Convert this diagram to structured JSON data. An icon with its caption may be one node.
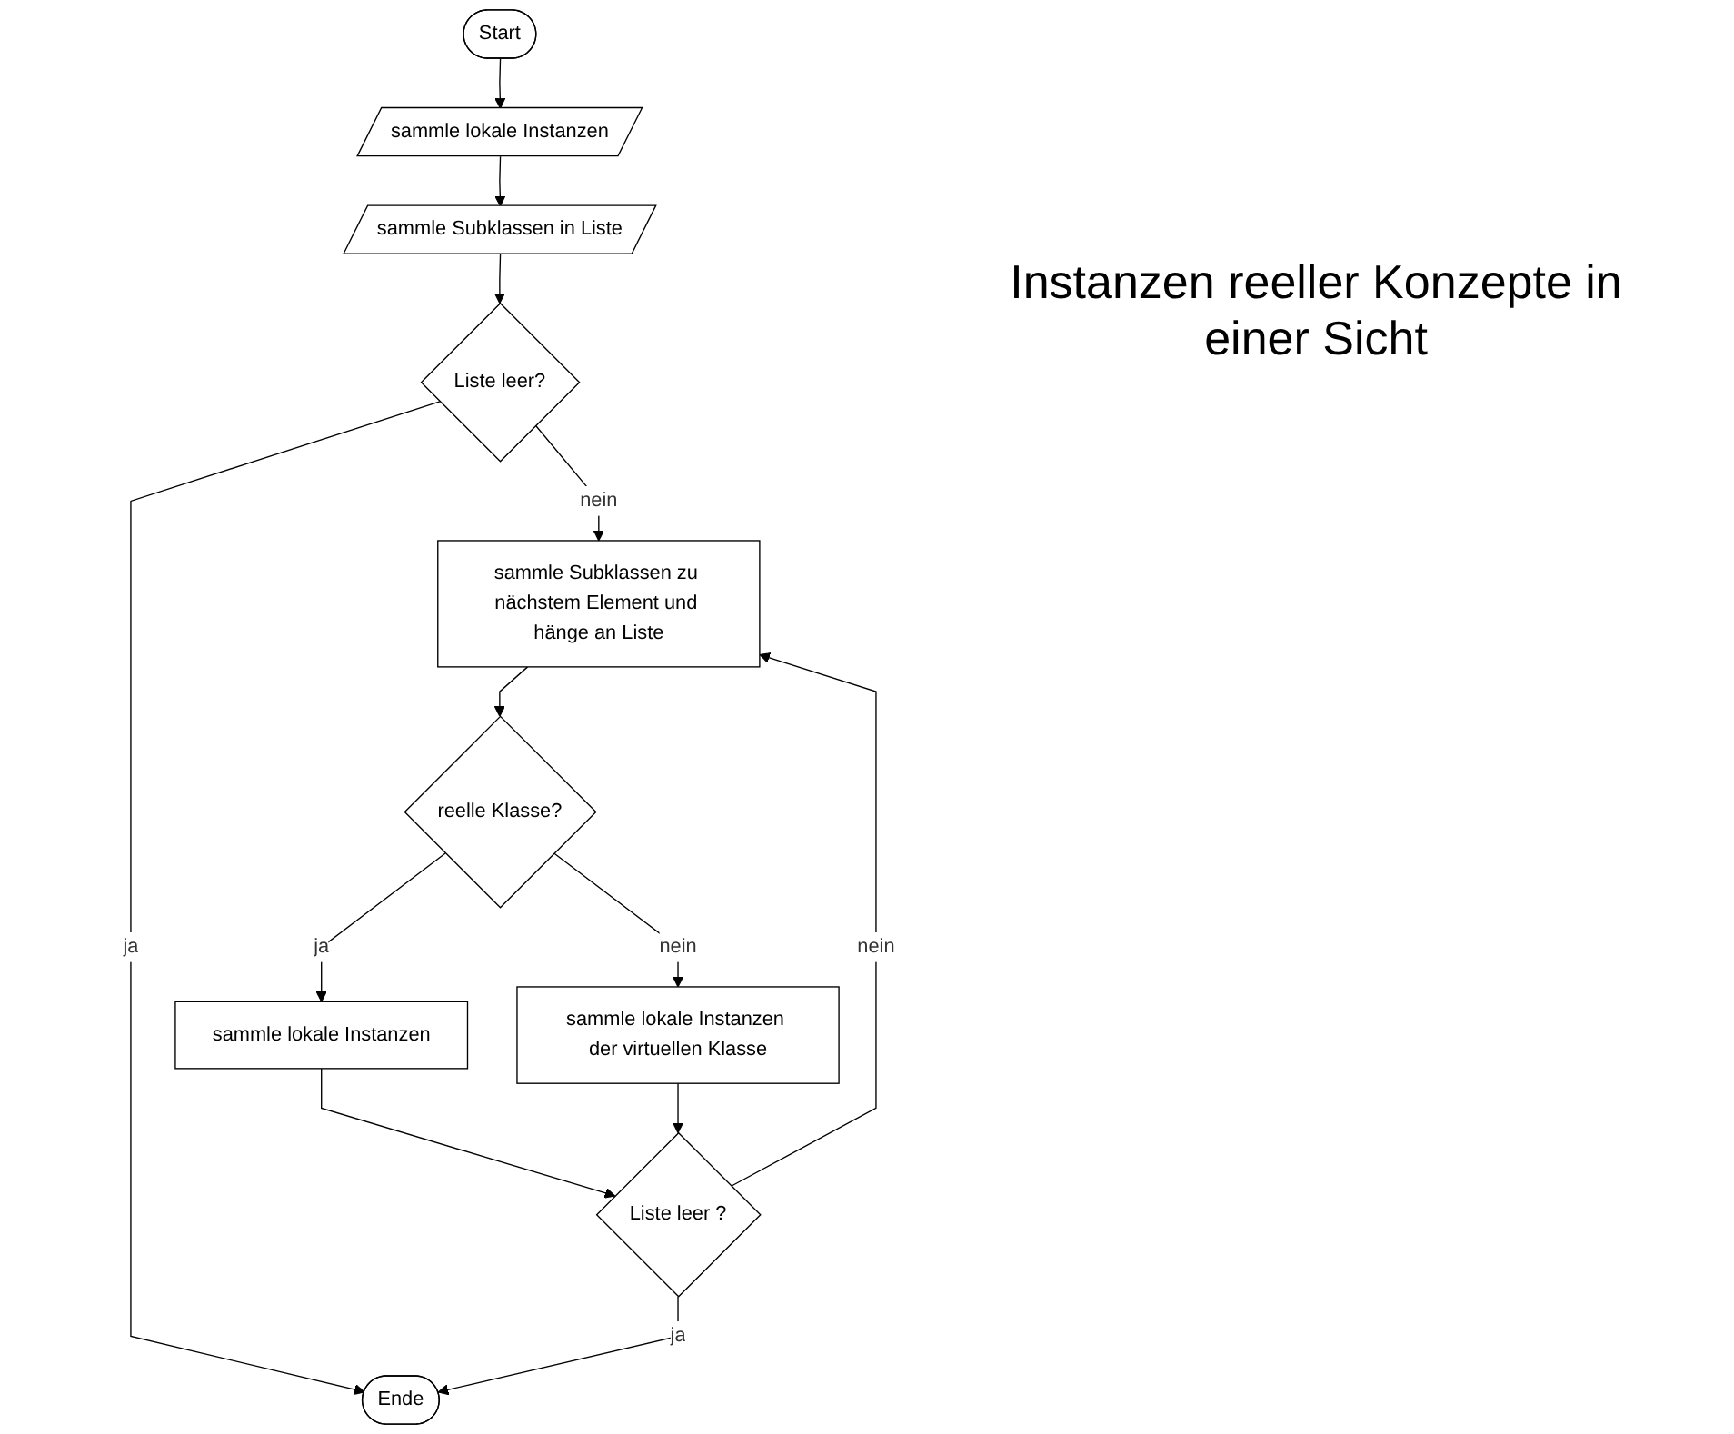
{
  "diagram": {
    "title": "Instanzen reeller Konzepte in einer Sicht",
    "nodes": [
      {
        "text": [
          "Start"
        ]
      },
      {
        "text": [
          "sammle lokale Instanzen"
        ]
      },
      {
        "text": [
          "sammle Subklassen in Liste"
        ]
      },
      {
        "text": [
          "Liste leer?"
        ]
      },
      {
        "text": [
          "sammle Subklassen zu nächstem Element und hänge an Liste"
        ]
      },
      {
        "text": [
          "reelle Klasse?"
        ]
      },
      {
        "text": [
          "sammle lokale Instanzen der virtuellen Klasse"
        ]
      },
      {
        "text": [
          "sammle lokale Instanzen"
        ]
      },
      {
        "text": [
          "Liste leer ?"
        ]
      },
      {
        "text": [
          "Ende"
        ]
      }
    ],
    "edges": [
      {
        "from": 0,
        "to": 1,
        "arrow": "to"
      },
      {
        "from": 1,
        "to": 2,
        "arrow": "to"
      },
      {
        "from": 2,
        "to": 3,
        "arrow": "to"
      },
      {
        "from": 3,
        "to": 4,
        "label": "nein",
        "arrow": "to"
      },
      {
        "from": 3,
        "to": 9,
        "label": "ja",
        "arrow": "to"
      },
      {
        "from": 4,
        "to": 5,
        "arrow": "to"
      },
      {
        "from": 5,
        "to": 6,
        "label": "nein",
        "arrow": "to"
      },
      {
        "from": 5,
        "to": 7,
        "label": "ja",
        "arrow": "to"
      },
      {
        "from": 7,
        "to": 8,
        "arrow": "to"
      },
      {
        "from": 6,
        "to": 8,
        "arrow": "to"
      },
      {
        "from": 8,
        "to": 4,
        "label": "nein",
        "arrow": "to"
      },
      {
        "from": 8,
        "to": 9,
        "label": "ja",
        "arrow": "to"
      }
    ]
  }
}
